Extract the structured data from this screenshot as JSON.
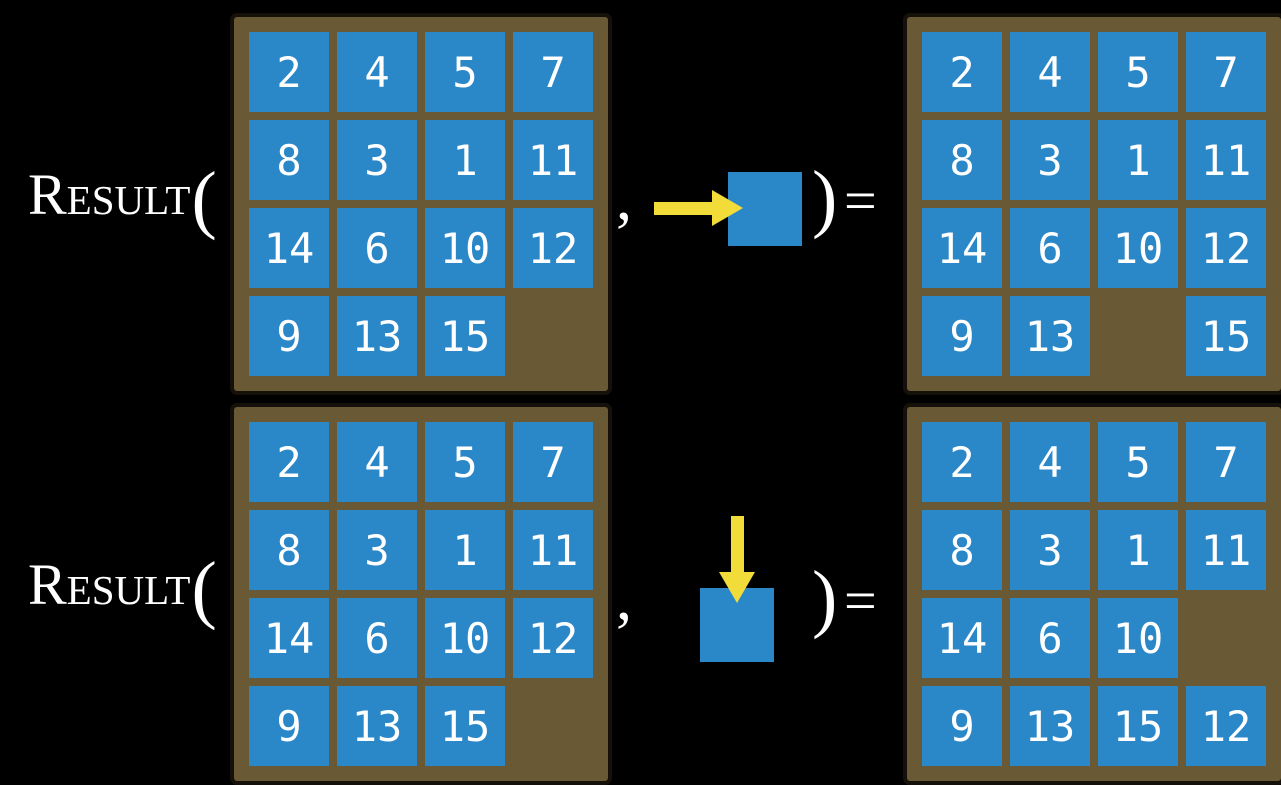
{
  "title": "Sliding-tile puzzle Result function examples",
  "colors": {
    "background": "#000000",
    "board_bg": "#695935",
    "board_border": "#15100a",
    "tile_bg": "#2A87C8",
    "tile_text": "#FFFFFF",
    "arrow": "#F2DC3A",
    "text": "#FFFFFF"
  },
  "notation": {
    "function_name": "Result",
    "open_paren": "(",
    "comma": ",",
    "close_paren": ")",
    "equals": "="
  },
  "examples": [
    {
      "id": "move-right",
      "move": {
        "direction": "right",
        "icon": "arrow-right-icon"
      },
      "input_board": {
        "rows": [
          [
            2,
            4,
            5,
            7
          ],
          [
            8,
            3,
            1,
            11
          ],
          [
            14,
            6,
            10,
            12
          ],
          [
            9,
            13,
            15,
            null
          ]
        ]
      },
      "output_board": {
        "rows": [
          [
            2,
            4,
            5,
            7
          ],
          [
            8,
            3,
            1,
            11
          ],
          [
            14,
            6,
            10,
            12
          ],
          [
            9,
            13,
            null,
            15
          ]
        ]
      }
    },
    {
      "id": "move-down",
      "move": {
        "direction": "down",
        "icon": "arrow-down-icon"
      },
      "input_board": {
        "rows": [
          [
            2,
            4,
            5,
            7
          ],
          [
            8,
            3,
            1,
            11
          ],
          [
            14,
            6,
            10,
            12
          ],
          [
            9,
            13,
            15,
            null
          ]
        ]
      },
      "output_board": {
        "rows": [
          [
            2,
            4,
            5,
            7
          ],
          [
            8,
            3,
            1,
            11
          ],
          [
            14,
            6,
            10,
            null
          ],
          [
            9,
            13,
            15,
            12
          ]
        ]
      }
    }
  ]
}
